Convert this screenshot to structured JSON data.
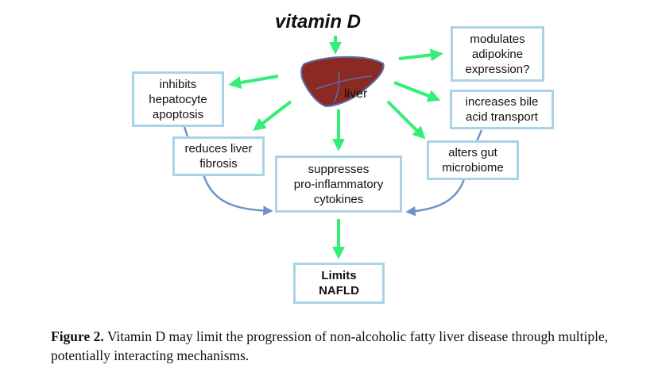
{
  "title": "vitamin D",
  "center_label": "liver",
  "nodes": {
    "inhibits_apoptosis": "inhibits\nhepatocyte\napoptosis",
    "reduces_fibrosis": "reduces liver\nfibrosis",
    "suppresses_cytokines": "suppresses\npro-inflammatory\ncytokines",
    "modulates_adipokine": "modulates\nadipokine\nexpression?",
    "increases_bile": "increases bile\nacid transport",
    "alters_microbiome": "alters gut\nmicrobiome",
    "limits_nafld": "Limits\nNAFLD"
  },
  "caption": {
    "label": "Figure 2.",
    "text": " Vitamin D may limit the progression of non-alcoholic fatty liver disease through multiple, potentially interacting mechanisms."
  },
  "colors": {
    "green_arrow": "#33ee77",
    "blue_arrow": "#6f93c7",
    "box_border": "#a9d3e8",
    "liver_fill": "#8b2a22",
    "liver_outline": "#5a6fa8"
  },
  "icons": {
    "liver": "liver-icon"
  }
}
